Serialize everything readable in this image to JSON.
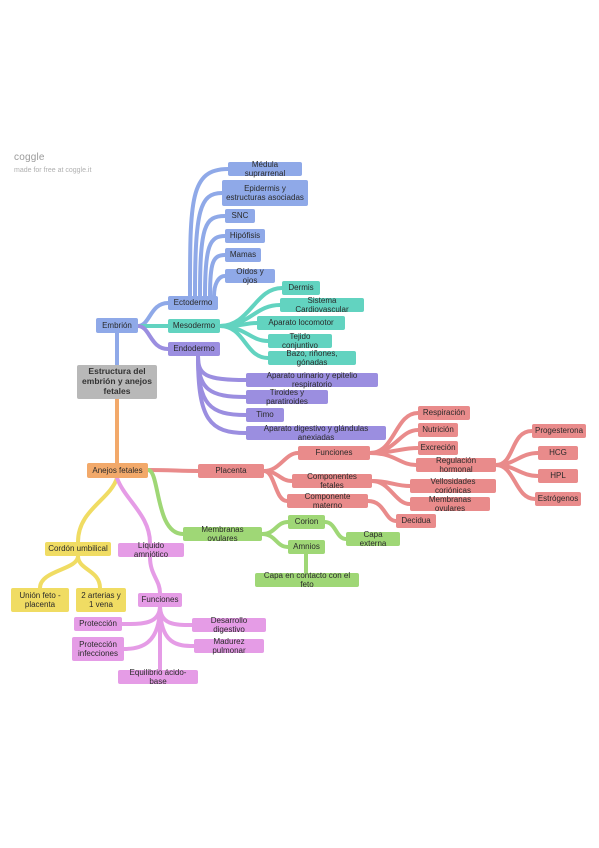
{
  "brand": {
    "name": "coggle",
    "tagline": "made for free at coggle.it"
  },
  "nodes": {
    "central": "Estructura del embrión y anejos fetales",
    "embrion": "Embrión",
    "ectodermo": "Ectodermo",
    "mesodermo": "Mesodermo",
    "endodermo": "Endodermo",
    "medula": "Médula suprarrenal",
    "epidermis": "Epidermis y estructuras asociadas",
    "snc": "SNC",
    "hipofisis": "Hipófisis",
    "mamas": "Mamas",
    "oidos": "Oídos y ojos",
    "dermis": "Dermis",
    "cardio": "Sistema Cardiovascular",
    "locomotor": "Aparato locomotor",
    "conjuntivo": "Tejido conjuntivo",
    "bazo": "Bazo, riñones, gónadas",
    "urinario": "Aparato urinario y epitelio respiratorio",
    "tiroides": "Tiroides y paratiroides",
    "timo": "Timo",
    "digestivo": "Aparato digestivo y glándulas anexiadas",
    "anejos": "Anejos fetales",
    "placenta": "Placenta",
    "funciones_p": "Funciones",
    "componentes": "Componentes fetales",
    "comp_materno": "Componente materno",
    "respiracion": "Respiración",
    "nutricion": "Nutrición",
    "excrecion": "Excreción",
    "regulacion": "Regulación hormonal",
    "progesterona": "Progesterona",
    "hcg": "HCG",
    "hpl": "HPL",
    "estrogenos": "Estrógenos",
    "vellosidades": "Vellosidades coriónicas",
    "memb_ovulares": "Membranas ovulares",
    "decidua": "Decidua",
    "memb_ovulares2": "Membranas ovulares",
    "corion": "Corion",
    "amnios": "Amnios",
    "capa_externa": "Capa externa",
    "capa_contacto": "Capa en contacto con el feto",
    "cordon": "Cordón umbilical",
    "union": "Unión feto - placenta",
    "arterias": "2 arterias y 1 vena",
    "liquido": "Líquido amniótico",
    "funciones_l": "Funciones",
    "proteccion": "Protección",
    "prot_infecciones": "Protección infecciones",
    "equilibrio": "Equilibrio ácido-base",
    "desarrollo": "Desarrollo digestivo",
    "madurez": "Madurez pulmonar"
  }
}
